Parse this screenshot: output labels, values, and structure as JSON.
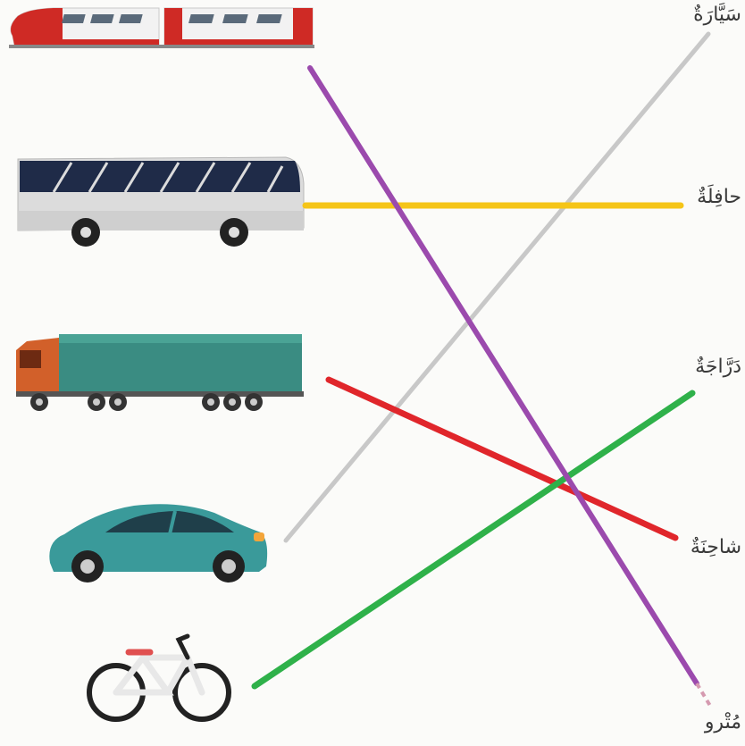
{
  "words": [
    {
      "id": "car",
      "text": "سَيَّارَةٌ"
    },
    {
      "id": "bus",
      "text": "حافِلَةٌ"
    },
    {
      "id": "bike",
      "text": "دَرَّاجَةٌ"
    },
    {
      "id": "truck",
      "text": "شاحِنَةٌ"
    },
    {
      "id": "metro",
      "text": "مُتْرو"
    }
  ],
  "pictures": [
    {
      "id": "train",
      "icon": "train-icon"
    },
    {
      "id": "bus",
      "icon": "bus-icon"
    },
    {
      "id": "truck",
      "icon": "truck-icon"
    },
    {
      "id": "car",
      "icon": "car-icon"
    },
    {
      "id": "bicycle",
      "icon": "bicycle-icon"
    }
  ],
  "matches": [
    {
      "from": "train",
      "to": "metro",
      "color": "#9b4aad"
    },
    {
      "from": "bus",
      "to": "bus",
      "color": "#f5c518"
    },
    {
      "from": "truck",
      "to": "truck",
      "color": "#e0262b"
    },
    {
      "from": "car",
      "to": "car",
      "color": "#c8c8c8"
    },
    {
      "from": "bicycle",
      "to": "bike",
      "color": "#2fb14a"
    }
  ]
}
